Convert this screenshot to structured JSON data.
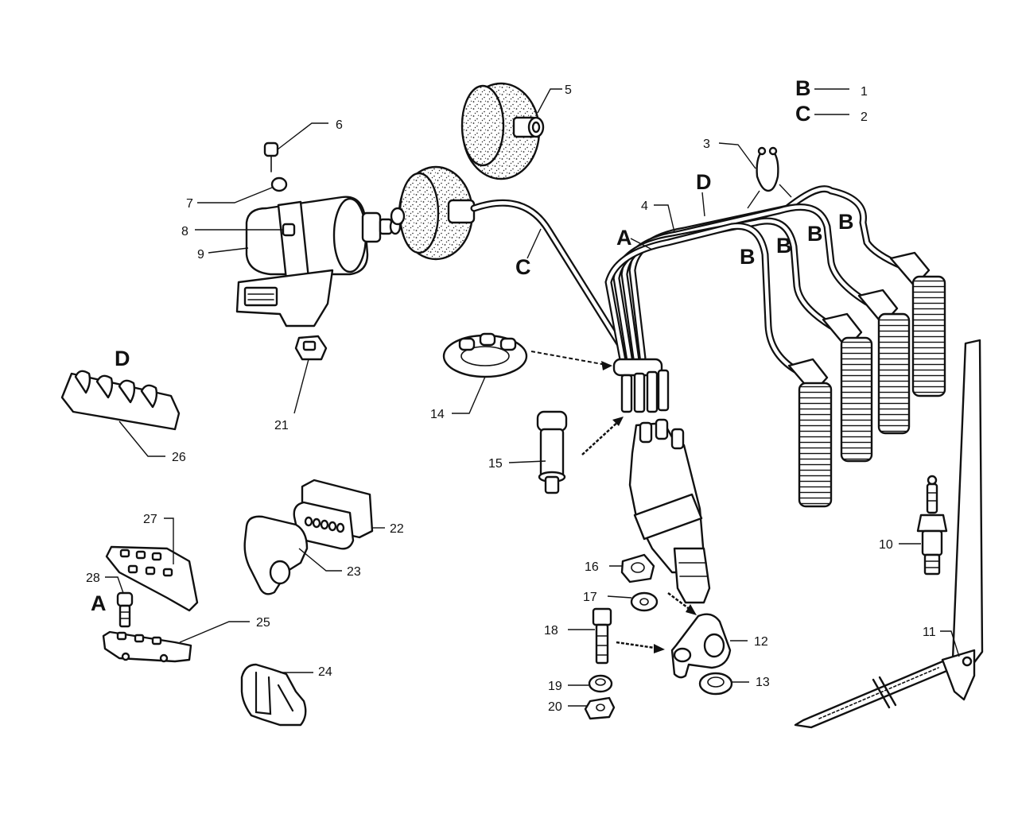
{
  "legend": [
    {
      "letter": "B",
      "number": "1"
    },
    {
      "letter": "C",
      "number": "2"
    }
  ],
  "callouts": {
    "n3": "3",
    "n4": "4",
    "n5": "5",
    "n6": "6",
    "n7": "7",
    "n8": "8",
    "n9": "9",
    "n10": "10",
    "n11": "11",
    "n12": "12",
    "n13": "13",
    "n14": "14",
    "n15": "15",
    "n16": "16",
    "n17": "17",
    "n18": "18",
    "n19": "19",
    "n20": "20",
    "n21": "21",
    "n22": "22",
    "n23": "23",
    "n24": "24",
    "n25": "25",
    "n26": "26",
    "n27": "27",
    "n28": "28"
  },
  "wire_letters": {
    "A_main": "A",
    "C_main": "C",
    "D_main": "D",
    "B1": "B",
    "B2": "B",
    "B3": "B",
    "B4": "B",
    "D_clip": "D",
    "A_screw": "A"
  }
}
